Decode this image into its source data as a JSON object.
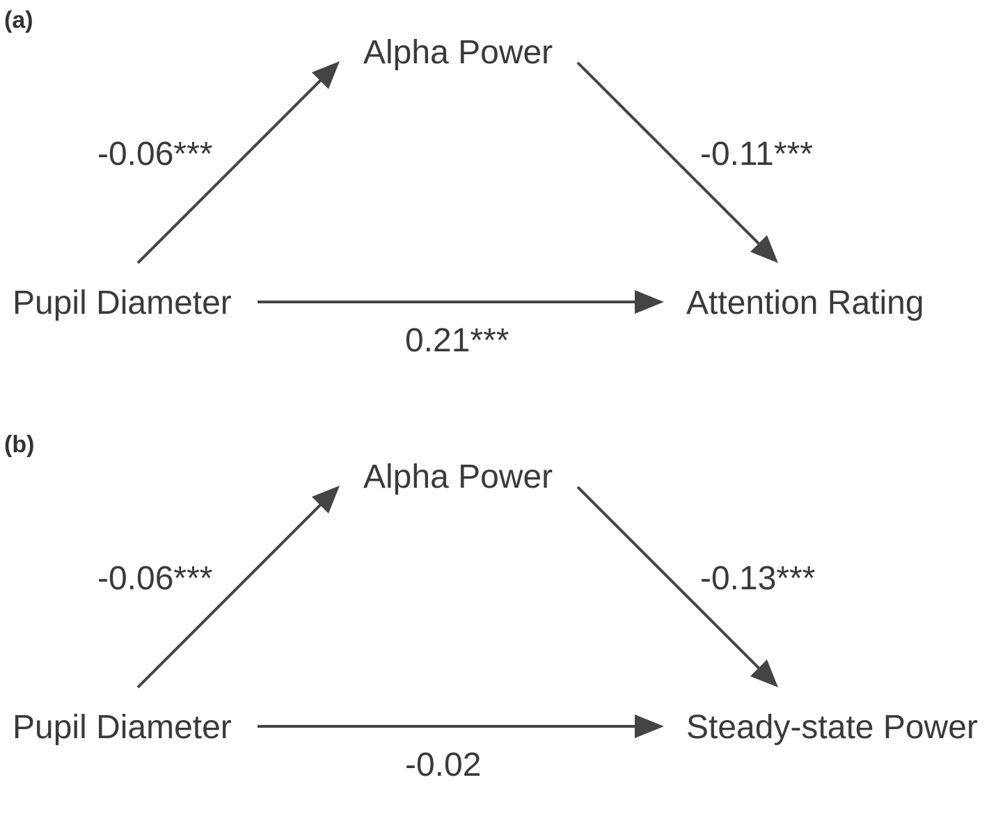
{
  "colors": {
    "text": "#3a3a3a",
    "arrow": "#444444",
    "background": "#ffffff"
  },
  "panels": [
    {
      "label": "(a)",
      "nodes": {
        "top": "Alpha Power",
        "left": "Pupil Diameter",
        "right": "Attention Rating"
      },
      "coefficients": {
        "left_to_top": "-0.06***",
        "top_to_right": "-0.11***",
        "left_to_right": "0.21***"
      }
    },
    {
      "label": "(b)",
      "nodes": {
        "top": "Alpha Power",
        "left": "Pupil Diameter",
        "right": "Steady-state Power"
      },
      "coefficients": {
        "left_to_top": "-0.06***",
        "top_to_right": "-0.13***",
        "left_to_right": "-0.02"
      }
    }
  ]
}
